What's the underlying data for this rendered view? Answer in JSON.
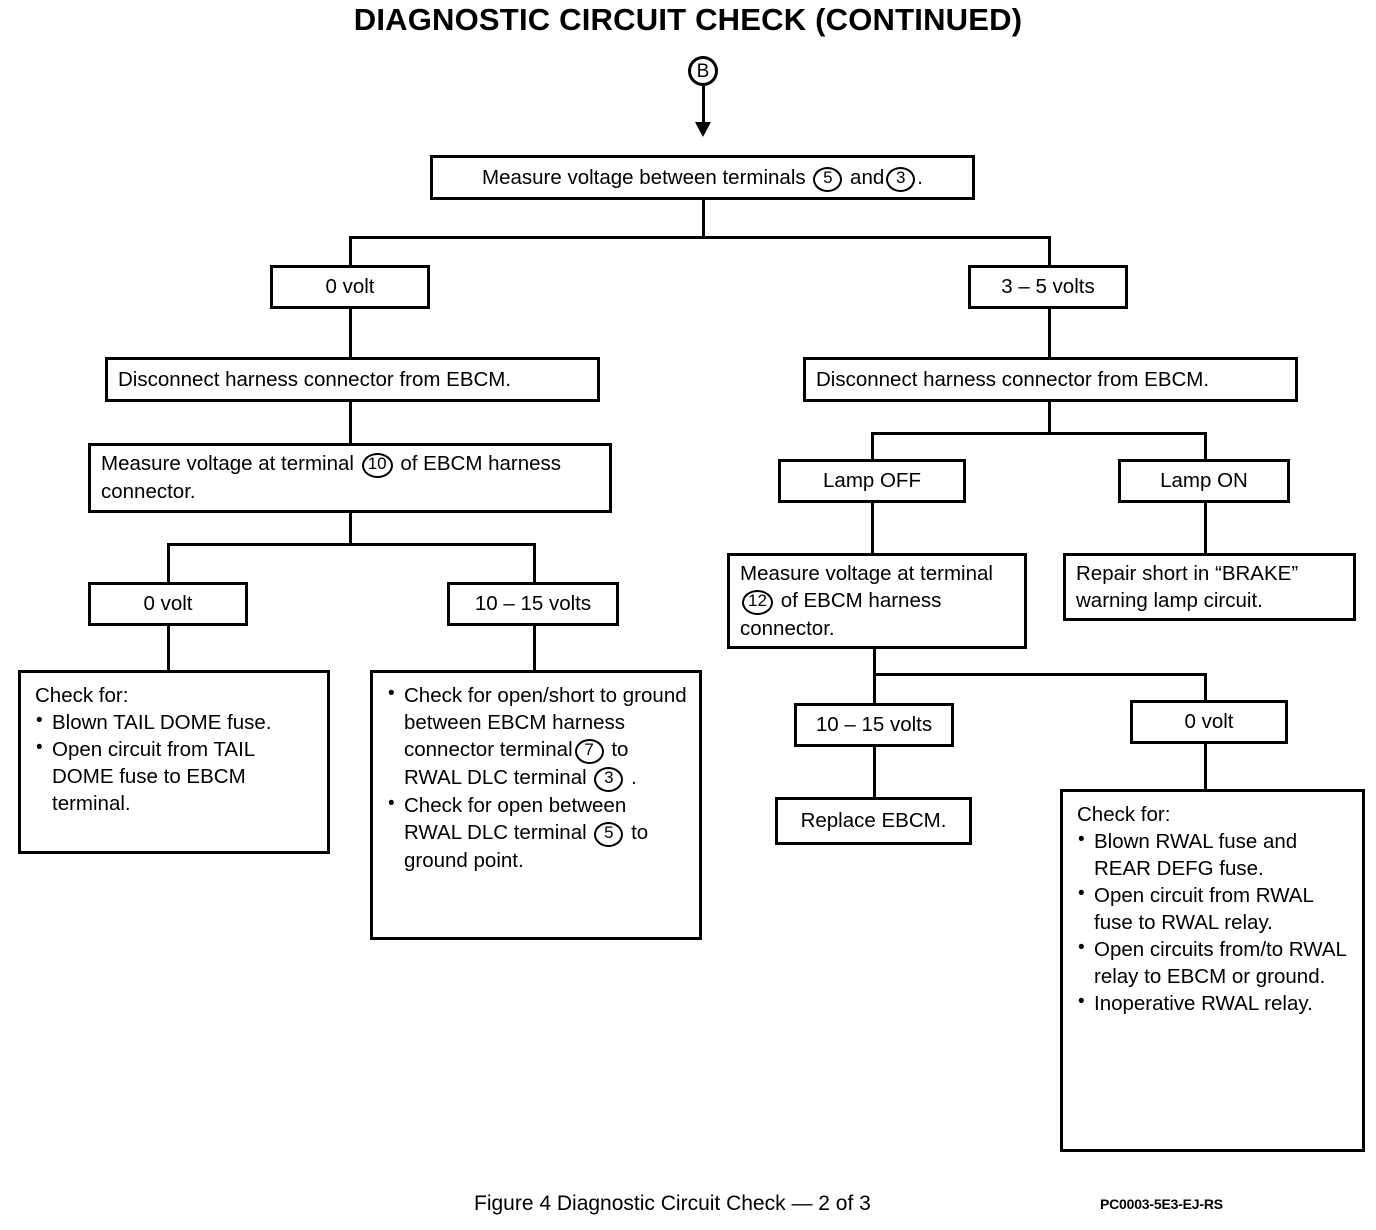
{
  "title": "DIAGNOSTIC CIRCUIT CHECK (CONTINUED)",
  "entry_connector": {
    "label": "B"
  },
  "nodes": {
    "measure_5_3": {
      "text_before": "Measure voltage between terminals",
      "terminal_a": "5",
      "text_middle": "and",
      "terminal_b": "3",
      "text_after": "."
    },
    "branch_0volt_top": {
      "label": "0 volt"
    },
    "branch_3_5volts": {
      "label": "3 – 5 volts"
    },
    "disconnect_left": {
      "label": "Disconnect harness connector from EBCM."
    },
    "disconnect_right": {
      "label": "Disconnect harness connector from EBCM."
    },
    "measure_term10": {
      "text_before": "Measure voltage at terminal",
      "terminal": "10",
      "text_after": "of EBCM harness connector."
    },
    "branch_0volt_left": {
      "label": "0 volt"
    },
    "branch_10_15volts_left": {
      "label": "10 – 15 volts"
    },
    "check_tail_dome": {
      "lead": "Check for:",
      "bullets": [
        "Blown TAIL DOME fuse.",
        "Open circuit from TAIL DOME fuse to EBCM terminal."
      ]
    },
    "check_open_short": {
      "bullet1_a": "Check for open/short to ground between EBCM harness connector terminal",
      "bullet1_term1": "7",
      "bullet1_b": "to RWAL DLC terminal",
      "bullet1_term2": "3",
      "bullet1_c": ".",
      "bullet2_a": "Check for open between RWAL DLC terminal",
      "bullet2_term": "5",
      "bullet2_b": "to ground point."
    },
    "lamp_off": {
      "label": "Lamp OFF"
    },
    "lamp_on": {
      "label": "Lamp ON"
    },
    "measure_term12": {
      "text_before": "Measure voltage at terminal",
      "terminal": "12",
      "text_after": "of EBCM harness connector."
    },
    "repair_brake": {
      "label": "Repair short in “BRAKE” warning lamp circuit."
    },
    "branch_10_15volts_right": {
      "label": "10 – 15 volts"
    },
    "branch_0volt_right": {
      "label": "0 volt"
    },
    "replace_ebcm": {
      "label": "Replace EBCM."
    },
    "check_rwal": {
      "lead": "Check for:",
      "bullets": [
        "Blown RWAL fuse and REAR DEFG fuse.",
        "Open circuit from RWAL fuse to RWAL relay.",
        "Open circuits from/to RWAL relay to EBCM or ground.",
        "Inoperative RWAL relay."
      ]
    }
  },
  "footer": {
    "caption": "Figure 4 Diagnostic Circuit Check — 2 of 3",
    "part_code": "PC0003-5E3-EJ-RS"
  }
}
